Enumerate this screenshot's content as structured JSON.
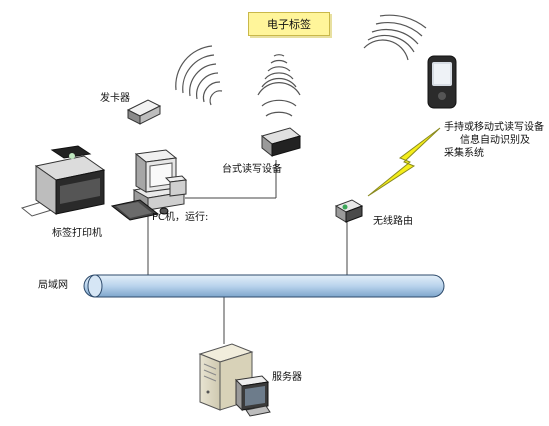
{
  "labels": {
    "tag": "电子标签",
    "card_issuer": "发卡器",
    "desktop_reader": "台式读写设备",
    "handheld_line1": "手持或移动式读写设备",
    "handheld_line2": "信息自动识别及",
    "handheld_line3": "采集系统",
    "label_printer": "标签打印机",
    "pc": "PC机，运行:",
    "wireless_router": "无线路由",
    "lan": "局域网",
    "server": "服务器"
  },
  "colors": {
    "tag_fill": "#fff59a",
    "lan_bus": "#b9d3ec",
    "lightning": "#f5ee1a",
    "router_led": "#3aa657",
    "wave": "#6b6b6b"
  },
  "icons": {
    "tag": "rfid-tag-icon",
    "card_issuer": "card-reader-icon",
    "desktop_reader": "desktop-reader-icon",
    "handheld": "handheld-device-icon",
    "label_printer": "label-printer-icon",
    "pc": "desktop-computer-icon",
    "router": "wireless-router-icon",
    "server": "server-icon",
    "lightning": "lightning-icon"
  }
}
